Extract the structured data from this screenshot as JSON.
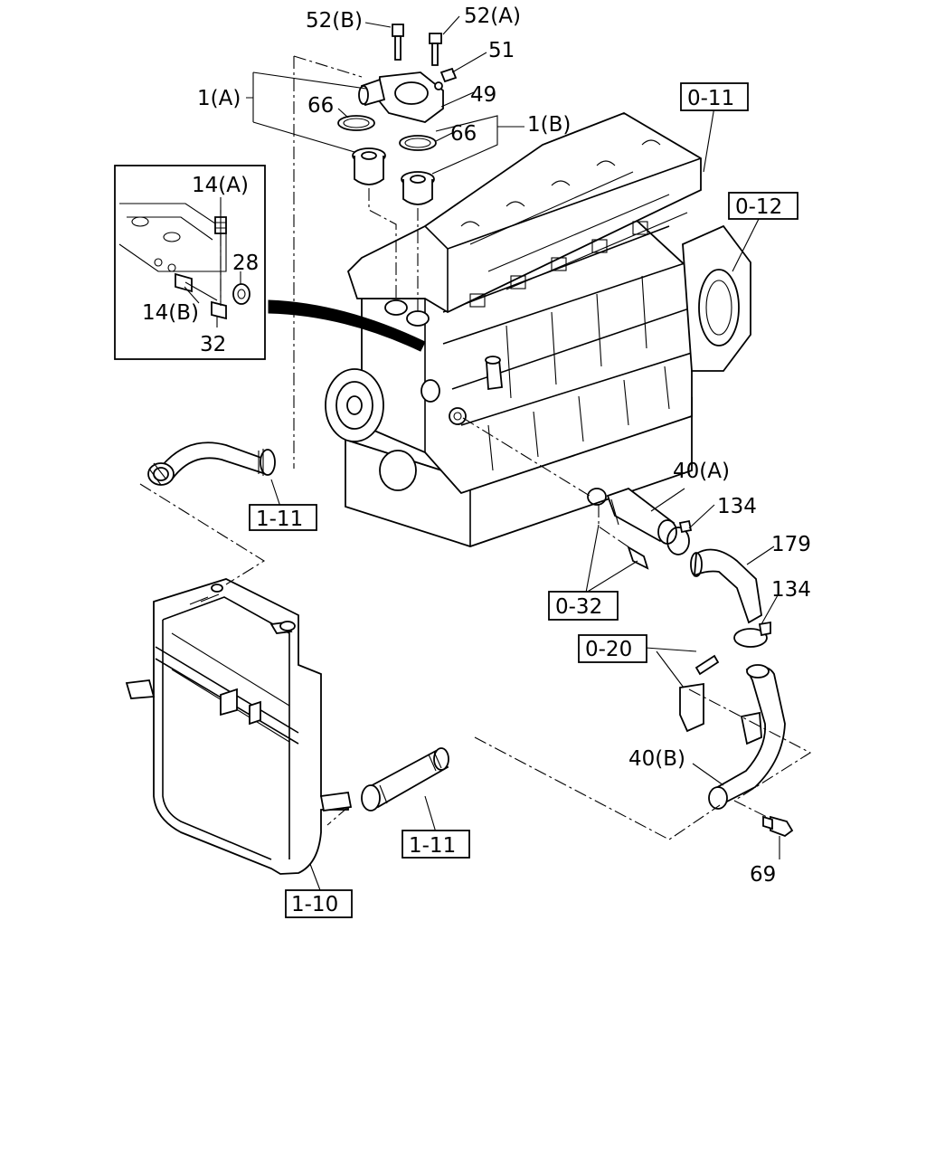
{
  "callouts": {
    "p52b": "52(B)",
    "p52a": "52(A)",
    "p51": "51",
    "p1a": "1(A)",
    "p66a": "66",
    "p49": "49",
    "p66b": "66",
    "p1b": "1(B)",
    "p14a": "14(A)",
    "p28": "28",
    "p14b": "14(B)",
    "p32": "32",
    "p40a": "40(A)",
    "p134a": "134",
    "p179": "179",
    "p134b": "134",
    "p40b": "40(B)",
    "p69": "69"
  },
  "references": {
    "r011": "0-11",
    "r012": "0-12",
    "r111a": "1-11",
    "r032": "0-32",
    "r020": "0-20",
    "r111b": "1-11",
    "r110": "1-10"
  }
}
